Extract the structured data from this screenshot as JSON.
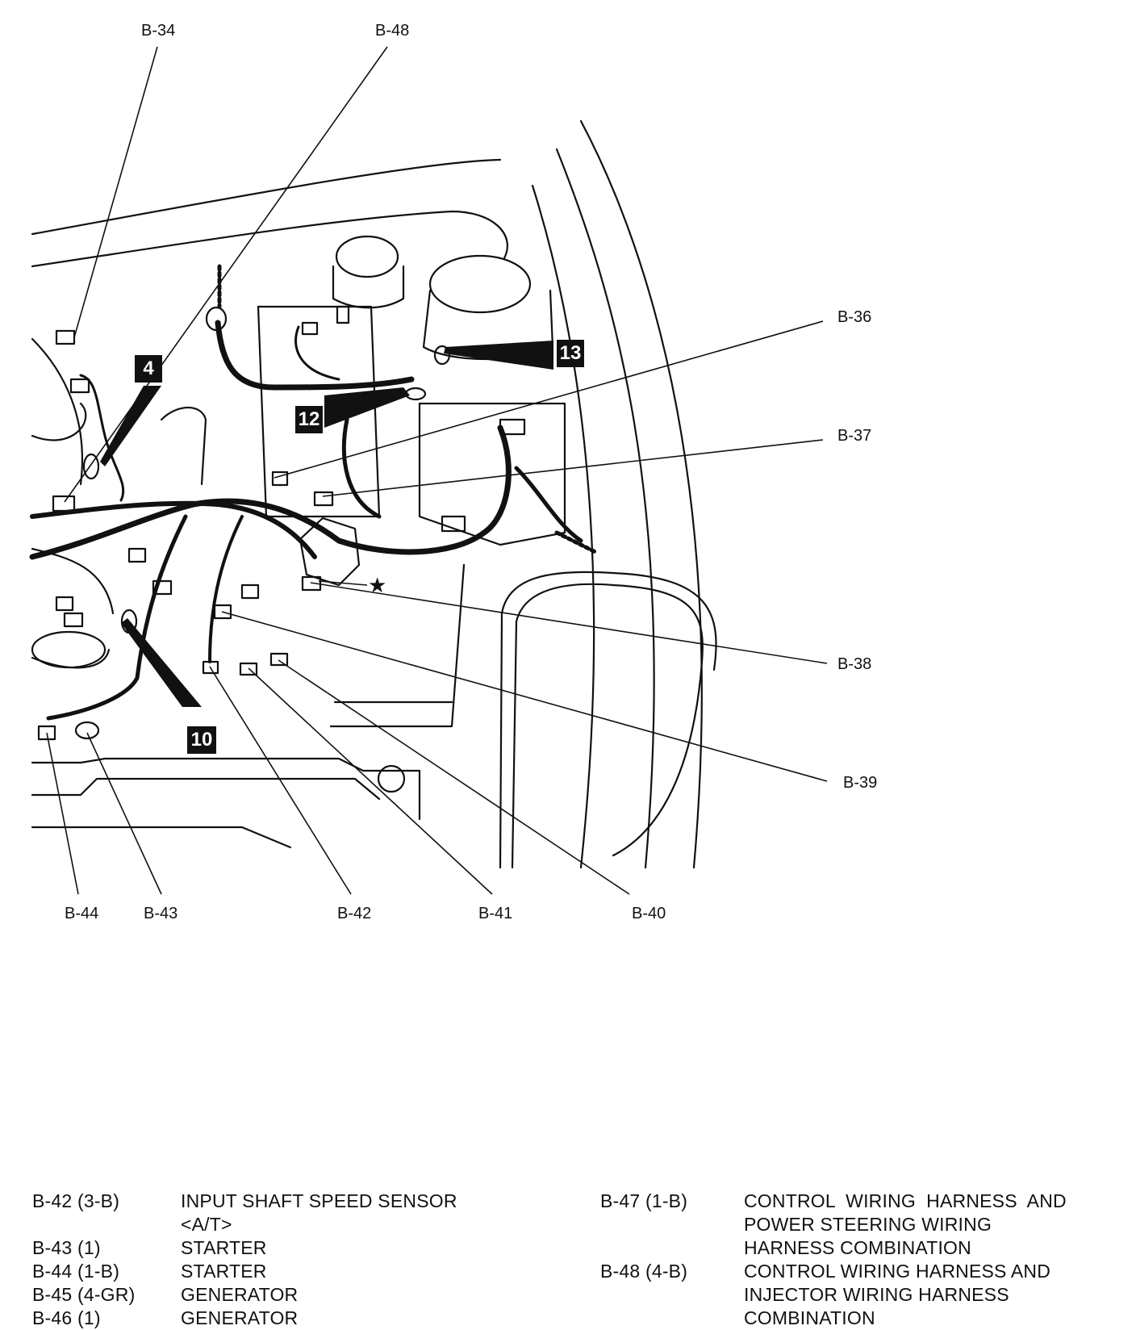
{
  "diagram": {
    "callouts": {
      "b34": "B-34",
      "b48": "B-48",
      "b36": "B-36",
      "b37": "B-37",
      "b38": "B-38",
      "b39": "B-39",
      "b40": "B-40",
      "b41": "B-41",
      "b42": "B-42",
      "b43": "B-43",
      "b44": "B-44"
    },
    "badges": {
      "n4": "4",
      "n10": "10",
      "n12": "12",
      "n13": "13"
    },
    "star": "★"
  },
  "legend": {
    "left": [
      {
        "code": "B-42 (3-B)",
        "desc": [
          "INPUT SHAFT SPEED SENSOR",
          "<A/T>"
        ]
      },
      {
        "code": "B-43 (1)",
        "desc": [
          "STARTER"
        ]
      },
      {
        "code": "B-44 (1-B)",
        "desc": [
          "STARTER"
        ]
      },
      {
        "code": "B-45 (4-GR)",
        "desc": [
          "GENERATOR"
        ]
      },
      {
        "code": "B-46 (1)",
        "desc": [
          "GENERATOR"
        ]
      }
    ],
    "right": [
      {
        "code": "B-47 (1-B)",
        "desc": [
          "CONTROL  WIRING  HARNESS  AND",
          "POWER STEERING WIRING",
          "HARNESS COMBINATION"
        ]
      },
      {
        "code": "B-48 (4-B)",
        "desc": [
          "CONTROL WIRING HARNESS AND",
          "INJECTOR WIRING HARNESS",
          "COMBINATION"
        ]
      }
    ]
  }
}
